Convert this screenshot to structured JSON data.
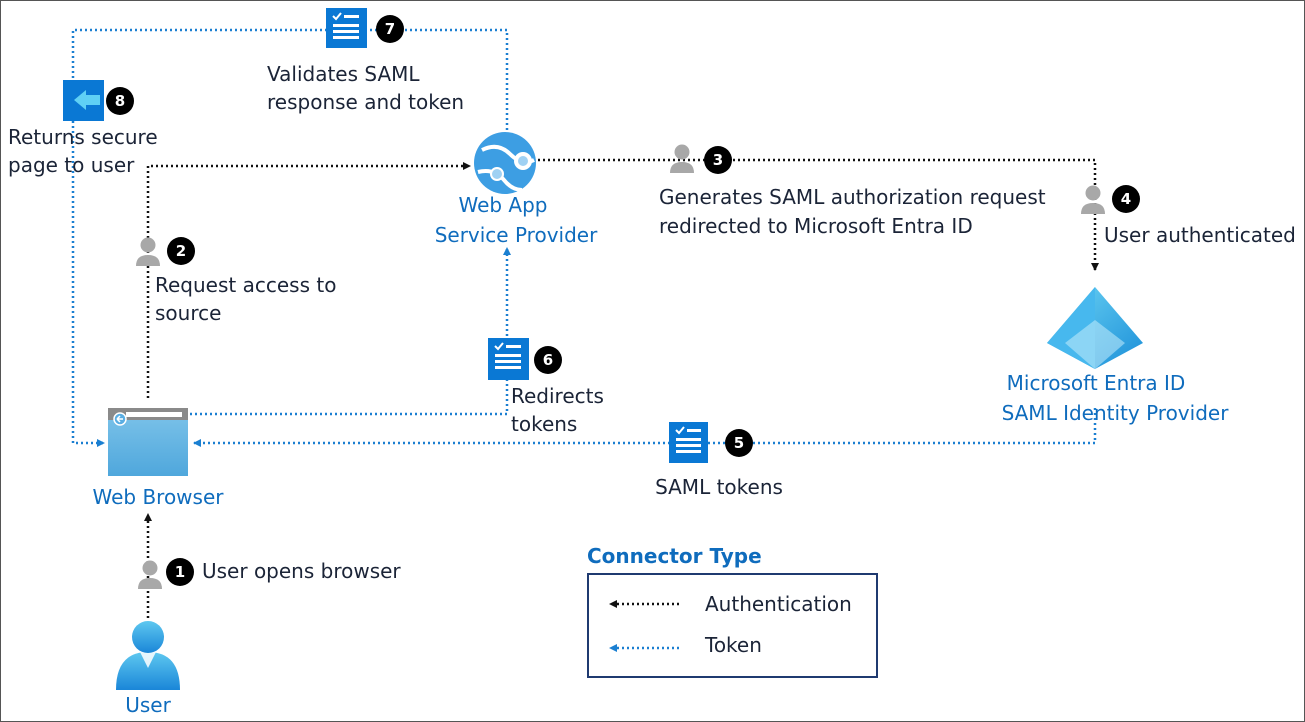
{
  "colors": {
    "authentication_line": "#111111",
    "token_line": "#1a7fd1",
    "label_dark": "#1b2437",
    "label_blue": "#0f6cbd",
    "step_badge": "#000000",
    "person_icon": "#a8a8a8"
  },
  "nodes": {
    "user": {
      "label": "User",
      "icon": "user-icon"
    },
    "browser": {
      "label": "Web Browser",
      "icon": "web-browser-icon"
    },
    "web_app": {
      "label_line1": "Web App",
      "label_line2": "Service Provider",
      "icon": "web-app-icon"
    },
    "entra": {
      "label_line1": "Microsoft Entra ID",
      "label_line2": "SAML Identity Provider",
      "icon": "entra-id-icon"
    }
  },
  "steps": [
    {
      "number": "1",
      "lines": [
        "User opens browser"
      ],
      "icon": "person-icon"
    },
    {
      "number": "2",
      "lines": [
        "Request access to",
        "source"
      ],
      "icon": "person-icon"
    },
    {
      "number": "3",
      "lines": [
        "Generates SAML authorization request",
        "redirected to Microsoft Entra ID"
      ],
      "icon": "person-icon"
    },
    {
      "number": "4",
      "lines": [
        "User authenticated"
      ],
      "icon": "person-icon"
    },
    {
      "number": "5",
      "lines": [
        "SAML tokens"
      ],
      "icon": "token-icon"
    },
    {
      "number": "6",
      "lines": [
        "Redirects",
        "tokens"
      ],
      "icon": "token-icon"
    },
    {
      "number": "7",
      "lines": [
        "Validates SAML",
        "response and token"
      ],
      "icon": "token-icon"
    },
    {
      "number": "8",
      "lines": [
        "Returns secure",
        "page to user"
      ],
      "icon": "return-arrow-icon"
    }
  ],
  "legend": {
    "title": "Connector Type",
    "items": [
      {
        "label": "Authentication",
        "style": "authentication"
      },
      {
        "label": "Token",
        "style": "token"
      }
    ]
  }
}
